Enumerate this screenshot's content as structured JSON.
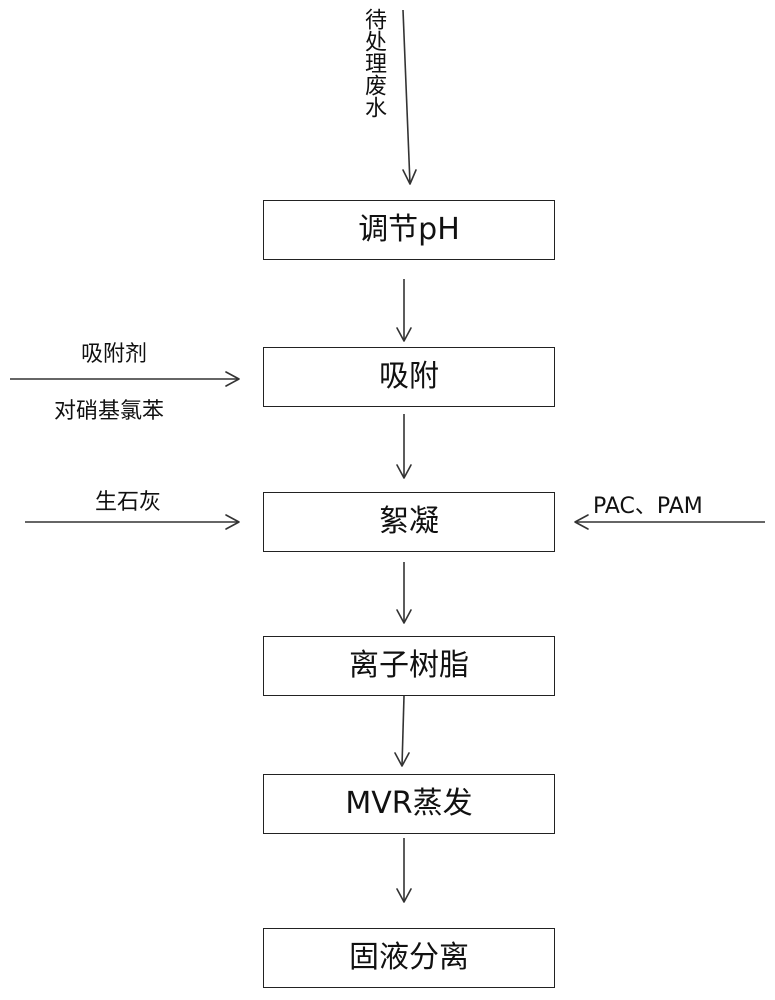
{
  "diagram": {
    "input": {
      "wastewater": "待处理废水",
      "adsorbent": "吸附剂",
      "nitrochlorobenzene": "对硝基氯苯",
      "quicklime": "生石灰",
      "flocculants": "PAC、PAM"
    },
    "steps": [
      "调节pH",
      "吸附",
      "絮凝",
      "离子树脂",
      "MVR蒸发",
      "固液分离"
    ]
  }
}
